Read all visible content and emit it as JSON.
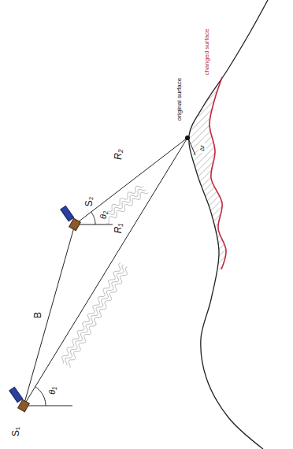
{
  "diagram": {
    "labels": [
      "S₂",
      "S₁",
      "B",
      "θ₂",
      "θ₁",
      "R₂",
      "R₁",
      "original surface",
      "changed surface",
      "Δr"
    ]
  }
}
